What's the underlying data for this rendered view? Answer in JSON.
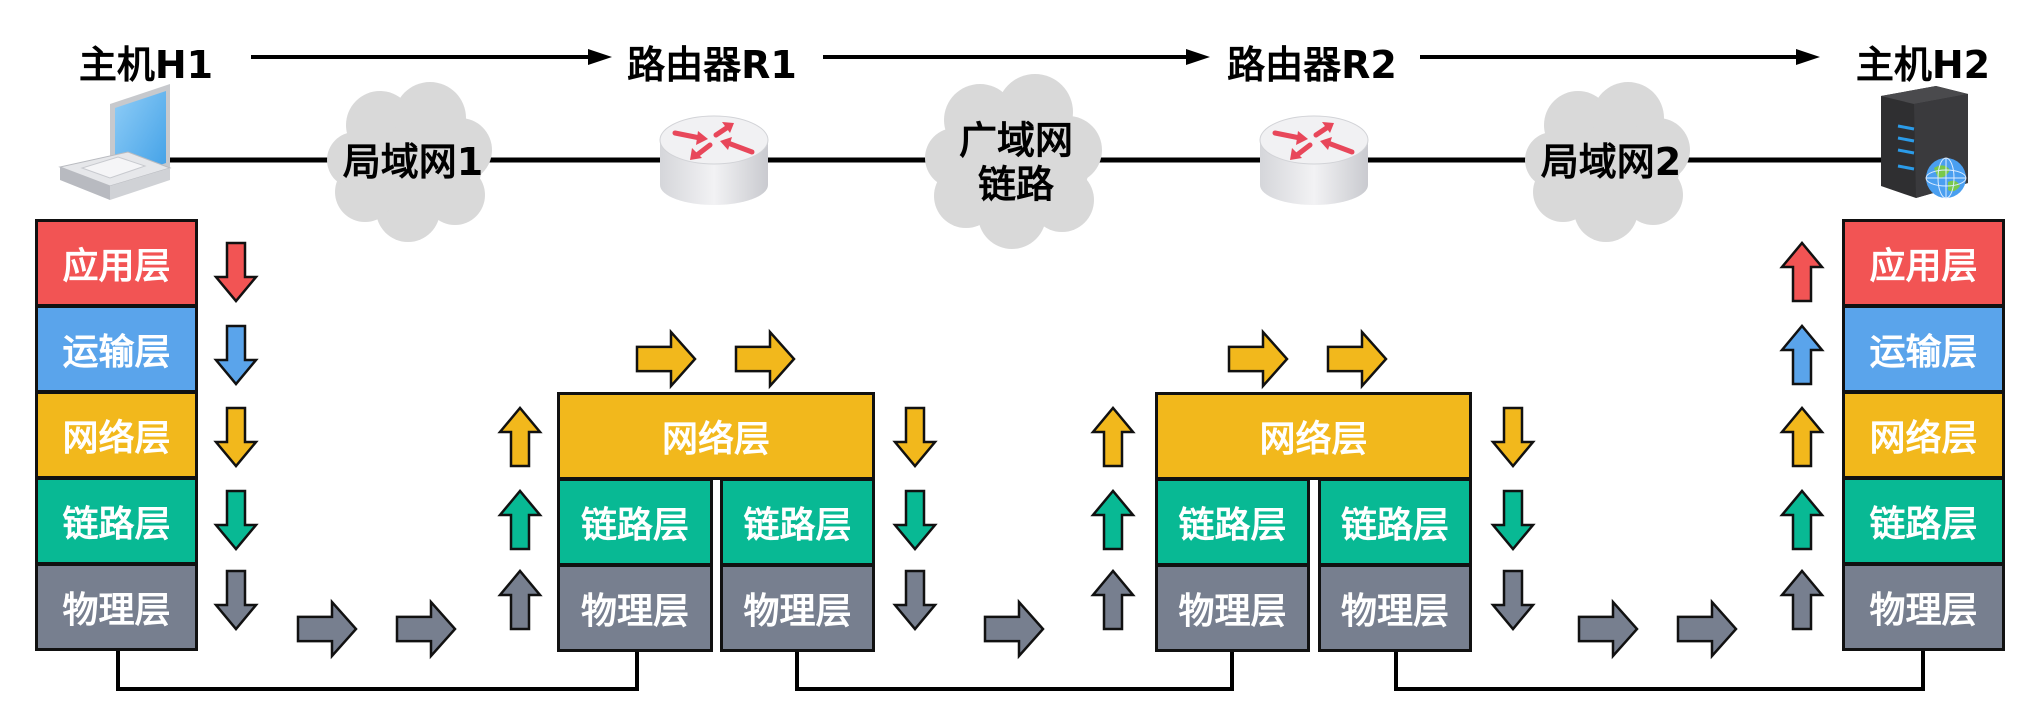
{
  "nodes": {
    "host1": {
      "label": "主机H1"
    },
    "router1": {
      "label": "路由器R1"
    },
    "router2": {
      "label": "路由器R2"
    },
    "host2": {
      "label": "主机H2"
    }
  },
  "links": {
    "lan1": "局域网1",
    "wan_line1": "广域网",
    "wan_line2": "链路",
    "lan2": "局域网2"
  },
  "layers": {
    "application": "应用层",
    "transport": "运输层",
    "network": "网络层",
    "link": "链路层",
    "physical": "物理层"
  },
  "colors": {
    "application": "#f25454",
    "transport": "#5aa4eb",
    "network": "#f2b81c",
    "link": "#08b994",
    "physical": "#777f8f",
    "cloud": "#d9d9d9"
  },
  "icons": {
    "host1": "laptop-icon",
    "router1": "router-icon",
    "router2": "router-icon",
    "host2": "server-icon"
  }
}
